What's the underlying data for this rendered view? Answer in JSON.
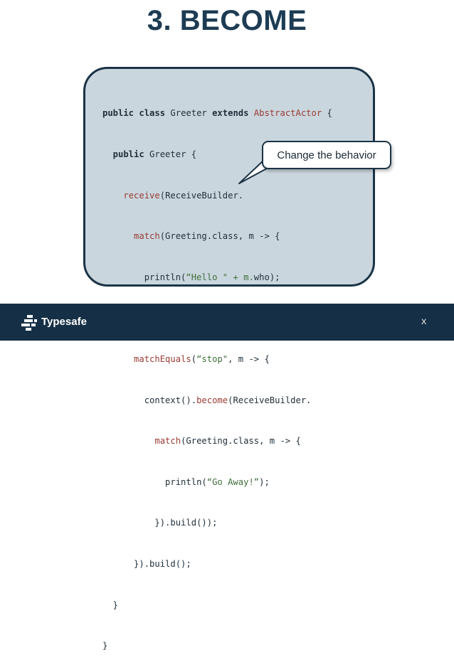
{
  "slide": {
    "title": "3. BECOME",
    "callout": "Change the behavior",
    "page_number": "X"
  },
  "brand": {
    "name": "Typesafe",
    "footer_color": "#153046",
    "title_color": "#1d3c54",
    "panel_color": "#cad6de"
  },
  "code": {
    "lines": [
      [
        "public class ",
        "Greeter ",
        "extends ",
        "AbstractActor",
        " {"
      ],
      [
        "  public ",
        "Greeter {"
      ],
      [
        "    ",
        "receive",
        "(ReceiveBuilder."
      ],
      [
        "      ",
        "match",
        "(Greeting.class, m -> {"
      ],
      [
        "        println(",
        "“Hello \" + m.",
        "who",
        ");"
      ],
      [
        "      }).",
        ""
      ],
      [
        "      ",
        "matchEquals",
        "(",
        "“stop\"",
        ", m -> {"
      ],
      [
        "        context().",
        "become",
        "(ReceiveBuilder."
      ],
      [
        "          ",
        "match",
        "(Greeting.class, m -> {"
      ],
      [
        "            println(",
        "“Go Away!”",
        ");"
      ],
      [
        "          }).build());"
      ],
      [
        "      }).build();"
      ],
      [
        "  }"
      ],
      [
        "}"
      ]
    ]
  }
}
